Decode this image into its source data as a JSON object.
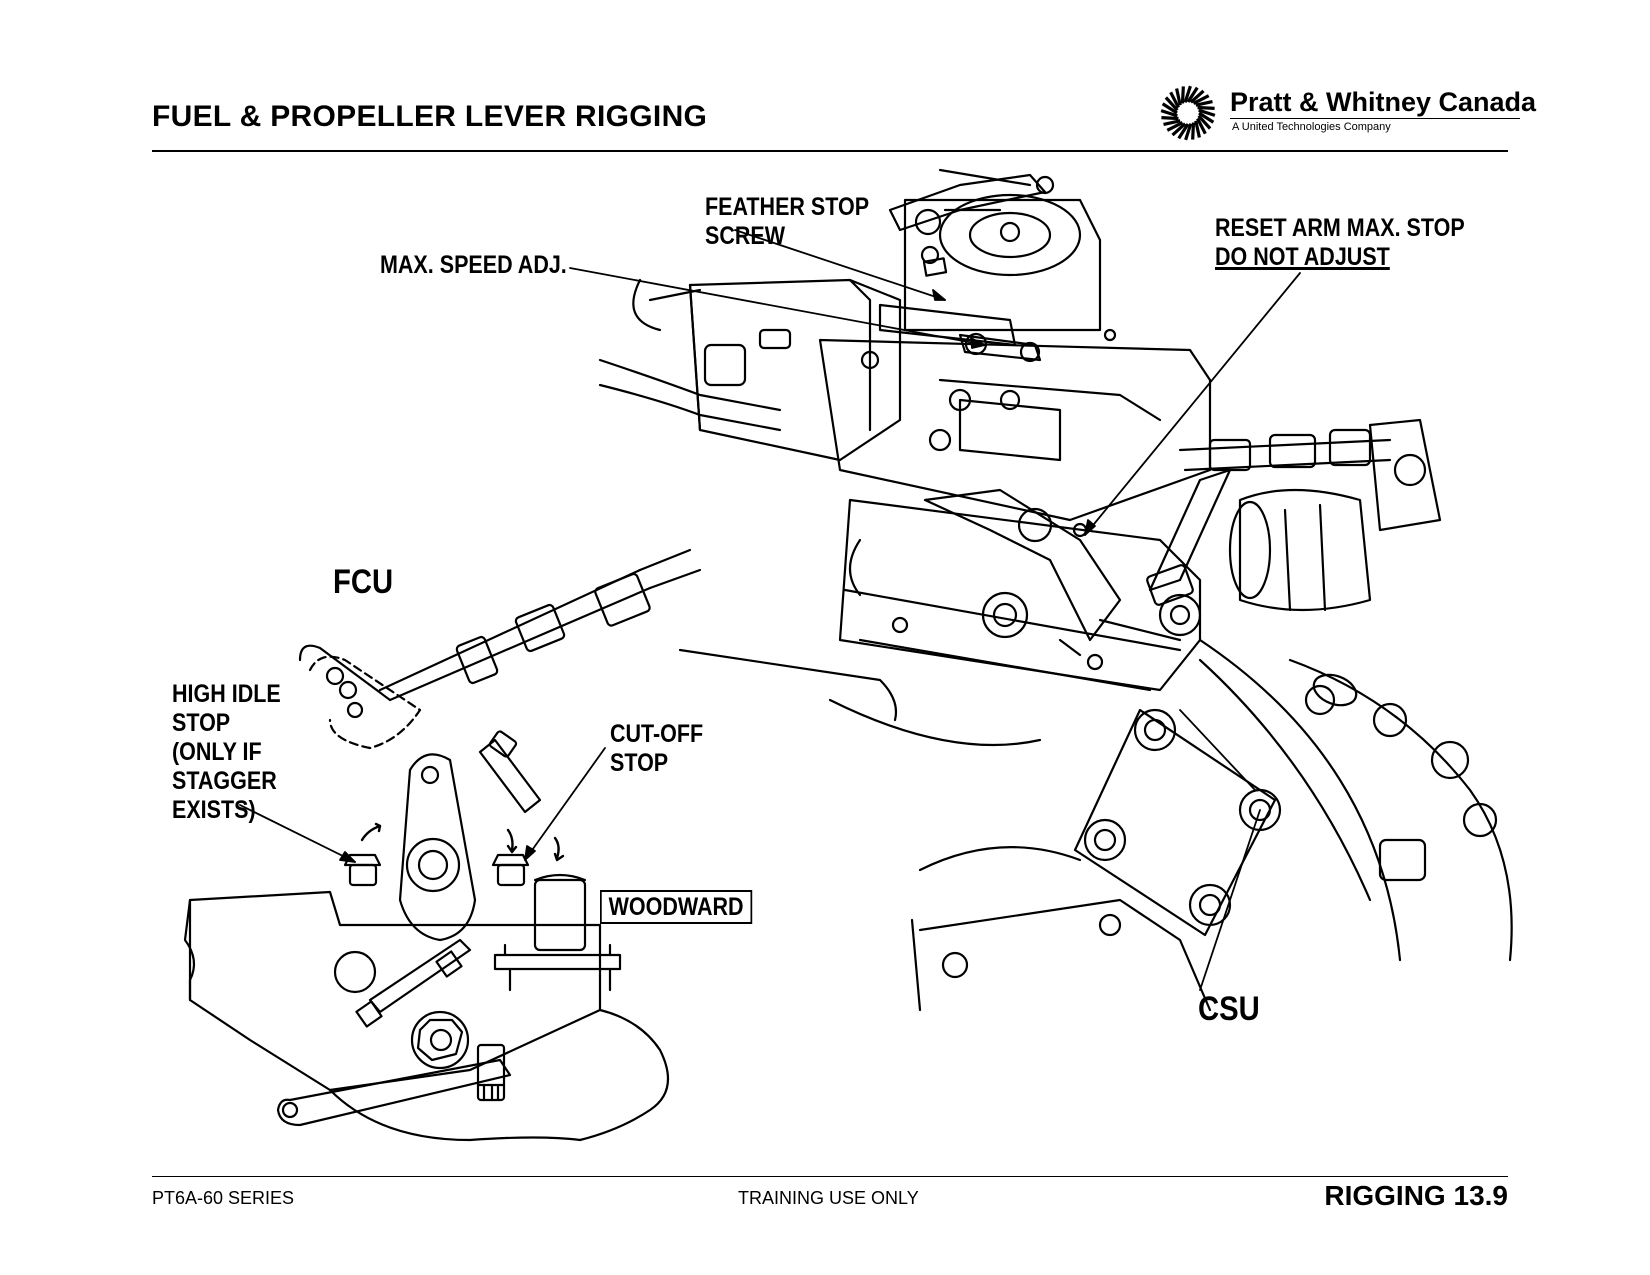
{
  "header": {
    "title": "FUEL & PROPELLER LEVER RIGGING",
    "brand": "Pratt & Whitney Canada",
    "brand_sub": "A United Technologies Company"
  },
  "callouts": {
    "feather_stop": "FEATHER STOP\nSCREW",
    "max_speed": "MAX. SPEED ADJ.",
    "reset_arm_line1": "RESET ARM MAX. STOP",
    "reset_arm_line2": "DO NOT ADJUST",
    "fcu": "FCU",
    "high_idle": "HIGH IDLE\nSTOP\n(ONLY IF\nSTAGGER\nEXISTS)",
    "cut_off": "CUT-OFF\nSTOP",
    "woodward": "WOODWARD",
    "csu": "CSU"
  },
  "footer": {
    "series": "PT6A-60 SERIES",
    "notice": "TRAINING USE ONLY",
    "section": "RIGGING 13.9"
  }
}
